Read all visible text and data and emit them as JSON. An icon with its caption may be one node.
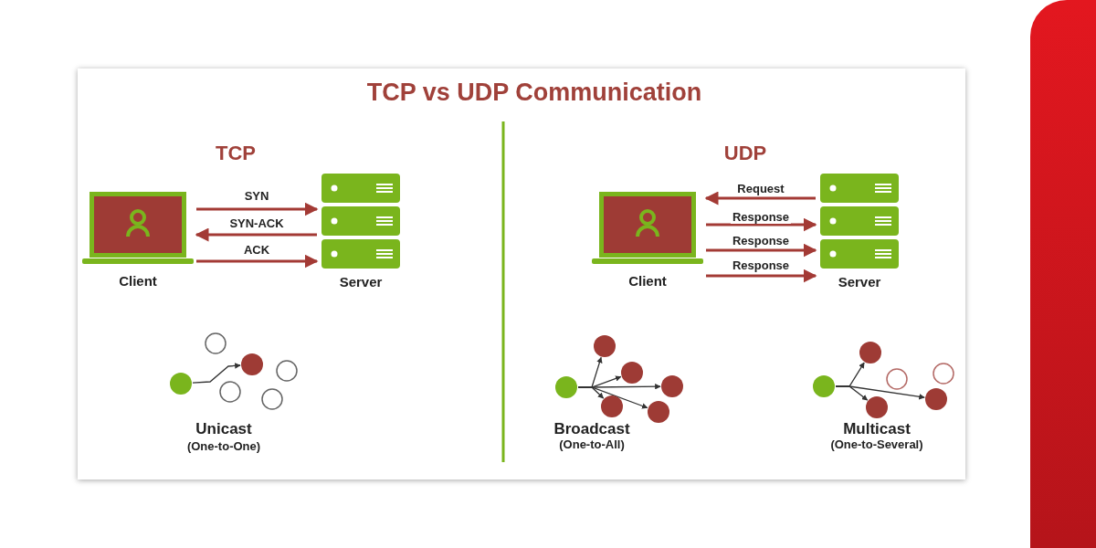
{
  "diagram": {
    "title": "TCP vs UDP Communication",
    "nodes": [
      {
        "text": [
          "Client"
        ]
      },
      {
        "text": [
          "Server"
        ]
      },
      {
        "text": [
          "Client"
        ]
      },
      {
        "text": [
          "Server"
        ]
      },
      {
        "text": [],
        "shape": "circle"
      },
      {
        "text": [],
        "shape": "circle"
      },
      {
        "text": [],
        "shape": "circle"
      },
      {
        "text": [],
        "shape": "circle"
      },
      {
        "text": [],
        "shape": "circle"
      },
      {
        "text": [],
        "shape": "circle"
      },
      {
        "text": [],
        "shape": "circle"
      },
      {
        "text": [],
        "shape": "circle"
      },
      {
        "text": [],
        "shape": "circle"
      },
      {
        "text": [],
        "shape": "circle"
      },
      {
        "text": [],
        "shape": "circle"
      },
      {
        "text": [],
        "shape": "circle"
      }
    ],
    "edges": [
      {
        "from": 0,
        "to": 1,
        "arrow": "to",
        "label": "SYN",
        "color": "#a33a35"
      },
      {
        "from": 1,
        "to": 0,
        "arrow": "to",
        "label": "SYN-ACK",
        "color": "#a33a35"
      },
      {
        "from": 0,
        "to": 1,
        "arrow": "to",
        "label": "ACK",
        "color": "#a33a35"
      },
      {
        "from": 3,
        "to": 2,
        "arrow": "to",
        "label": "Request",
        "color": "#a33a35"
      },
      {
        "from": 2,
        "to": 3,
        "arrow": "to",
        "label": "Response",
        "color": "#a33a35"
      },
      {
        "from": 2,
        "to": 3,
        "arrow": "to",
        "label": "Response",
        "color": "#a33a35"
      },
      {
        "from": 2,
        "to": 3,
        "arrow": "to",
        "label": "Response",
        "color": "#a33a35"
      },
      {
        "from": 4,
        "to": 5,
        "arrow": "to"
      },
      {
        "from": 6,
        "to": 7,
        "arrow": "to"
      },
      {
        "from": 6,
        "to": 8,
        "arrow": "to"
      },
      {
        "from": 6,
        "to": 9,
        "arrow": "to"
      },
      {
        "from": 6,
        "to": 10,
        "arrow": "to"
      },
      {
        "from": 6,
        "to": 11,
        "arrow": "to"
      },
      {
        "from": 12,
        "to": 13,
        "arrow": "to"
      },
      {
        "from": 12,
        "to": 14,
        "arrow": "to"
      },
      {
        "from": 12,
        "to": 15,
        "arrow": "to"
      }
    ],
    "labels": [
      "TCP",
      "UDP",
      "Unicast",
      "(One-to-One)",
      "Broadcast",
      "(One-to-All)",
      "Multicast",
      "(One-to-Several)"
    ]
  }
}
